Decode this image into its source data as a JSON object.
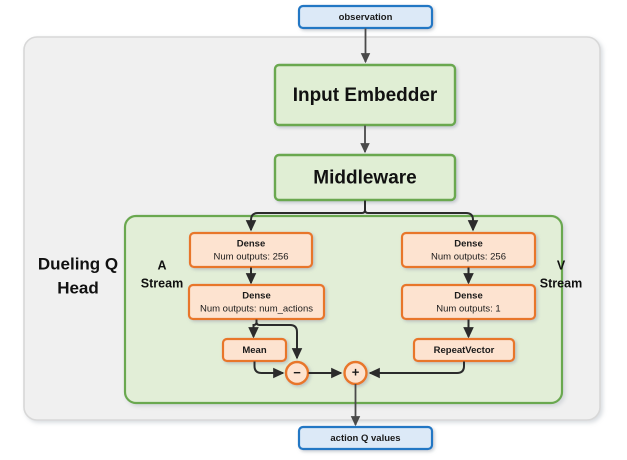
{
  "diagram": {
    "title_implicit": "Dueling Q Head network architecture",
    "colors": {
      "io_fill": "#dce9f7",
      "io_stroke": "#2077c4",
      "green_block_fill": "#e0eed4",
      "green_block_stroke": "#6aa84f",
      "orange_fill": "#fde3d0",
      "orange_stroke": "#e8762c",
      "outer_panel_fill": "#f0f0f0",
      "outer_panel_stroke": "#d6d6d6",
      "inner_panel_fill": "#e2eed7",
      "inner_panel_stroke": "#6aa84f",
      "edge": "#2b2b2b",
      "text": "#111111"
    },
    "io_nodes": {
      "input": {
        "label": "observation"
      },
      "output": {
        "label": "action Q values"
      }
    },
    "outer_panel": {
      "title": "Dueling Q Head"
    },
    "blocks": {
      "input_embedder": {
        "label": "Input Embedder"
      },
      "middleware": {
        "label": "Middleware"
      }
    },
    "streams": [
      {
        "name": "a-stream",
        "label": "A\nStream",
        "label_line1": "A",
        "label_line2": "Stream",
        "nodes": [
          {
            "name": "dense-256",
            "title": "Dense",
            "subtitle": "Num outputs: 256"
          },
          {
            "name": "dense-num-actions",
            "title": "Dense",
            "subtitle": "Num outputs: num_actions"
          },
          {
            "name": "mean",
            "title": "Mean",
            "subtitle": ""
          }
        ]
      },
      {
        "name": "v-stream",
        "label_line1": "V",
        "label_line2": "Stream",
        "nodes": [
          {
            "name": "dense-256",
            "title": "Dense",
            "subtitle": "Num outputs: 256"
          },
          {
            "name": "dense-1",
            "title": "Dense",
            "subtitle": "Num outputs: 1"
          },
          {
            "name": "repeat-vector",
            "title": "RepeatVector",
            "subtitle": ""
          }
        ]
      }
    ],
    "operators": [
      {
        "name": "subtract-op",
        "symbol": "−"
      },
      {
        "name": "add-op",
        "symbol": "+"
      }
    ]
  }
}
